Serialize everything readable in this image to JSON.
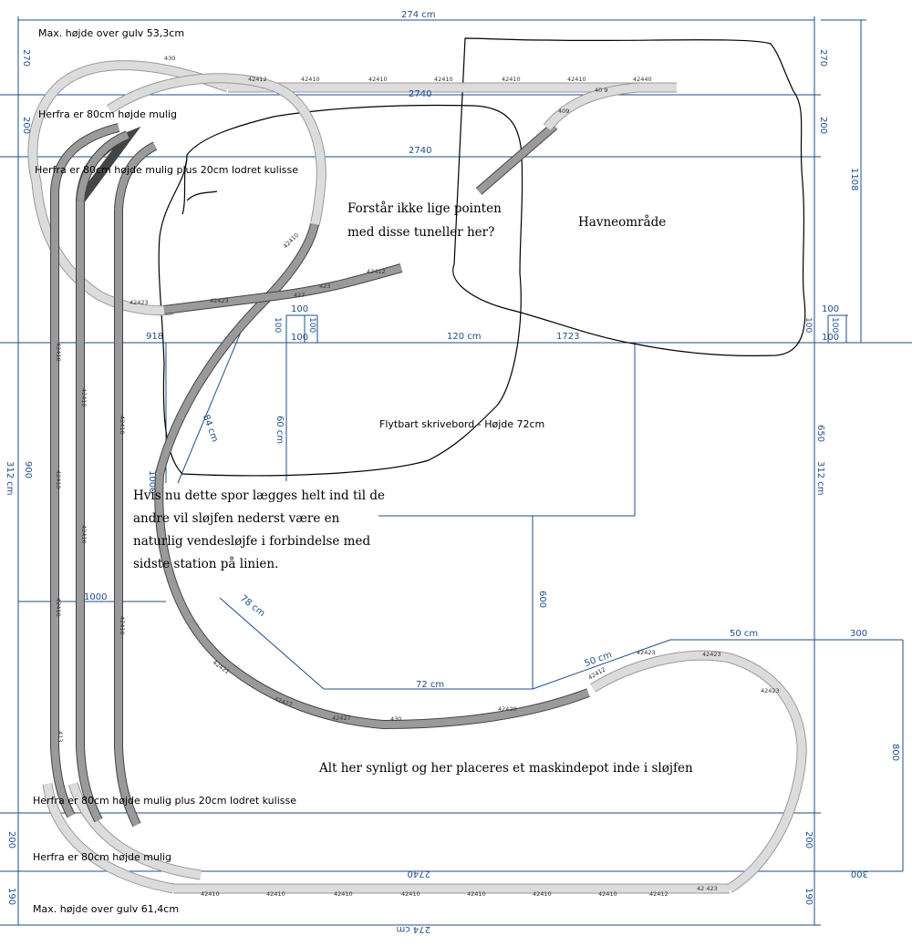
{
  "dims": {
    "top_width": "274 cm",
    "bottom_width": "274 cm",
    "left_height": "312 cm",
    "right_height": "312 cm",
    "w2740_a": "2740",
    "w2740_b": "2740",
    "w2740_bottom": "2740",
    "d270_left": "270",
    "d270_right": "270",
    "d200_left_top": "200",
    "d200_right_top": "200",
    "d1108": "1108",
    "d100_r1": "100",
    "d100_r2": "100",
    "d100_r3": "100",
    "d100_r4": "100",
    "d100_m1": "100",
    "d100_m2": "100",
    "d100_m3": "100",
    "d100_m4": "100",
    "d918": "918",
    "d120cm": "120 cm",
    "d1723": "1723",
    "d60cm": "60 cm",
    "d84cm": "84 cm",
    "d650": "650",
    "d900": "900",
    "d1000": "1000",
    "d600": "600",
    "d78cm": "78 cm",
    "d72cm": "72 cm",
    "d50cm_a": "50 cm",
    "d50cm_b": "50 cm",
    "d300_top": "300",
    "d300_bottom": "300",
    "d800": "800",
    "d200_left_bot": "200",
    "d200_right_bot": "200",
    "d190_left": "190",
    "d190_right": "190",
    "d1000_small": "1000"
  },
  "labels": {
    "max_top": "Max. højde over gulv 53,3cm",
    "herfra_top_1": "Herfra er 80cm højde mulig",
    "herfra_top_2": "Herfra er 80cm højde mulig plus 20cm lodret kulisse",
    "herfra_bot_2": "Herfra er 80cm højde mulig plus 20cm lodret kulisse",
    "herfra_bot_1": "Herfra er 80cm højde mulig",
    "max_bottom": "Max. højde over gulv 61,4cm",
    "desk": "Flytbart skrivebord - Højde 72cm"
  },
  "notes": {
    "tunnels_1": "Forstår ikke lige pointen",
    "tunnels_2": "med disse tuneller her?",
    "harbour": "Havneområde",
    "track_1": "Hvis nu dette spor lægges helt ind til de",
    "track_2": "andre vil sløjfen nederst være en",
    "track_3": "naturlig vendesløjfe i forbindelse med",
    "track_4": "sidste station på linien.",
    "depot": "Alt her synligt og her placeres et maskindepot inde i sløjfen"
  },
  "track_codes": {
    "top": [
      "430",
      "42412",
      "42410",
      "42410",
      "42410",
      "42410",
      "42410",
      "42440",
      "40 9",
      "409"
    ],
    "bottom": [
      "42410",
      "42410",
      "42410",
      "42410",
      "42410",
      "42410",
      "42410",
      "42412",
      "42 423"
    ],
    "left": [
      "42410",
      "42410",
      "42410",
      "42410",
      "42410",
      "42410",
      "42410",
      "413"
    ],
    "lower_curve": [
      "42421",
      "42427",
      "42427",
      "430",
      "42420",
      "42412",
      "42423",
      "42423",
      "42423"
    ],
    "middle": [
      "42423",
      "423",
      "427",
      "42412",
      "42423",
      "42410"
    ]
  },
  "colors": {
    "dimension": "#1f4e8a",
    "track_light": "#dcdcdc",
    "track_dark": "#9a9a9a",
    "ink": "#000000"
  }
}
